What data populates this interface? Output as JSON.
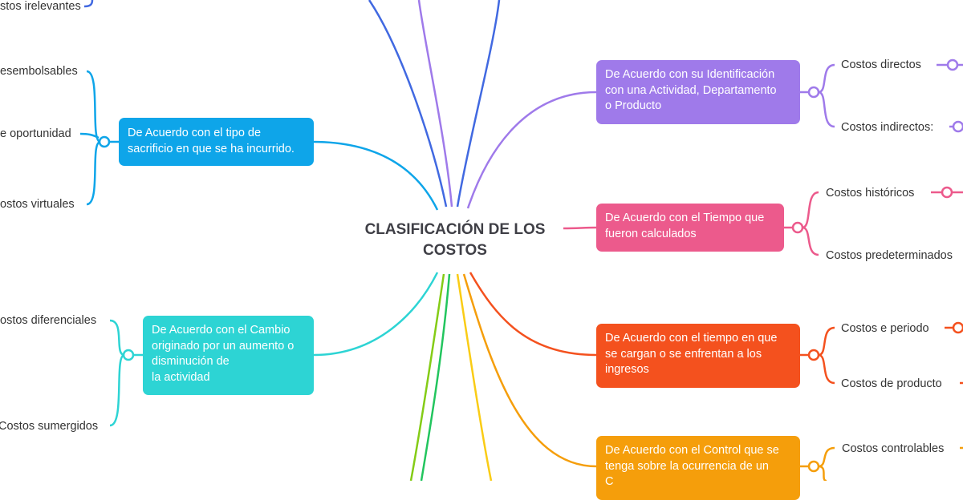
{
  "central": {
    "title": "CLASIFICACIÓN DE LOS\nCOSTOS"
  },
  "branches": {
    "sacrificio": {
      "label": "De Acuerdo con el tipo de\nsacrificio en que se ha incurrido.",
      "color": "#0ea5e9",
      "children": [
        "esembolsables",
        "e oportunidad",
        "ostos virtuales"
      ]
    },
    "cambio": {
      "label": "De Acuerdo con el Cambio\noriginado por un aumento o\ndisminución de\nla actividad",
      "color": "#2dd4d4",
      "children": [
        "ostos diferenciales",
        "Costos sumergidos"
      ]
    },
    "identificacion": {
      "label": "De Acuerdo con su Identificación\ncon una Actividad, Departamento\no Producto",
      "color": "#9f7aea",
      "children": [
        "Costos directos",
        "Costos indirectos:"
      ]
    },
    "tiempo_calculados": {
      "label": "De Acuerdo con el Tiempo que\nfueron calculados",
      "color": "#ec5a8c",
      "children": [
        "Costos históricos",
        "Costos predeterminados"
      ]
    },
    "tiempo_cargan": {
      "label": "De Acuerdo con el tiempo en que\nse cargan o se enfrentan a los\ningresos",
      "color": "#f4511e",
      "children": [
        "Costos e periodo",
        "Costos de producto"
      ]
    },
    "control": {
      "label": "De Acuerdo con el Control que se\ntenga sobre la ocurrencia de un\nC",
      "color": "#f59e0b",
      "children": [
        "Costos controlables"
      ]
    },
    "top_left_leaf": {
      "children": [
        "stos irelevantes"
      ],
      "color": "#4169e1"
    }
  }
}
